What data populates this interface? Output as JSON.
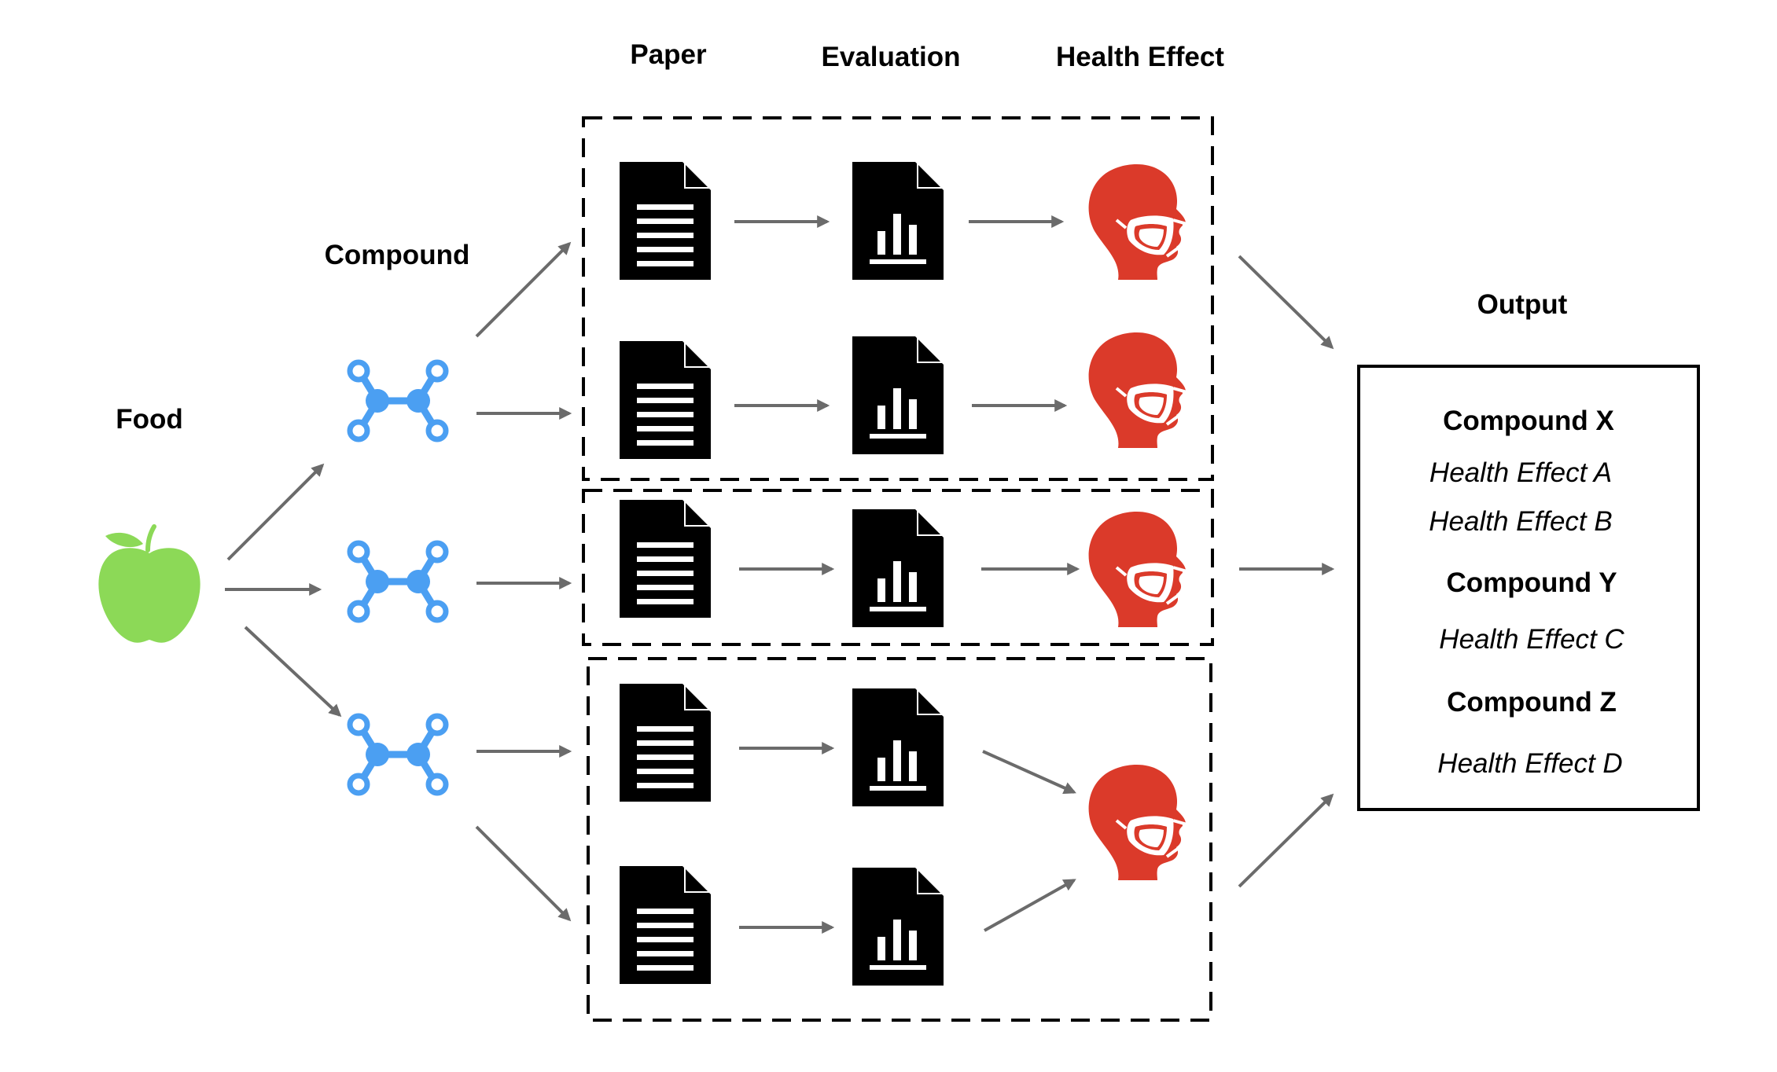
{
  "stage_labels": {
    "food": "Food",
    "compound": "Compound",
    "paper": "Paper",
    "evaluation": "Evaluation",
    "health_effect": "Health Effect",
    "output": "Output"
  },
  "output_box": {
    "entries": [
      {
        "compound": "Compound X",
        "effects": [
          "Health Effect A",
          "Health Effect B"
        ]
      },
      {
        "compound": "Compound Y",
        "effects": [
          "Health Effect C"
        ]
      },
      {
        "compound": "Compound Z",
        "effects": [
          "Health Effect D"
        ]
      }
    ]
  },
  "icons": {
    "food": "apple-icon",
    "compound": "molecule-icon",
    "paper": "document-icon",
    "evaluation": "chart-document-icon",
    "health_effect": "masked-head-icon"
  },
  "colors": {
    "apple": "#8cd957",
    "molecule": "#4b9ff2",
    "head": "#db3a2a",
    "arrow": "#6b6b6b",
    "document": "#000000"
  }
}
